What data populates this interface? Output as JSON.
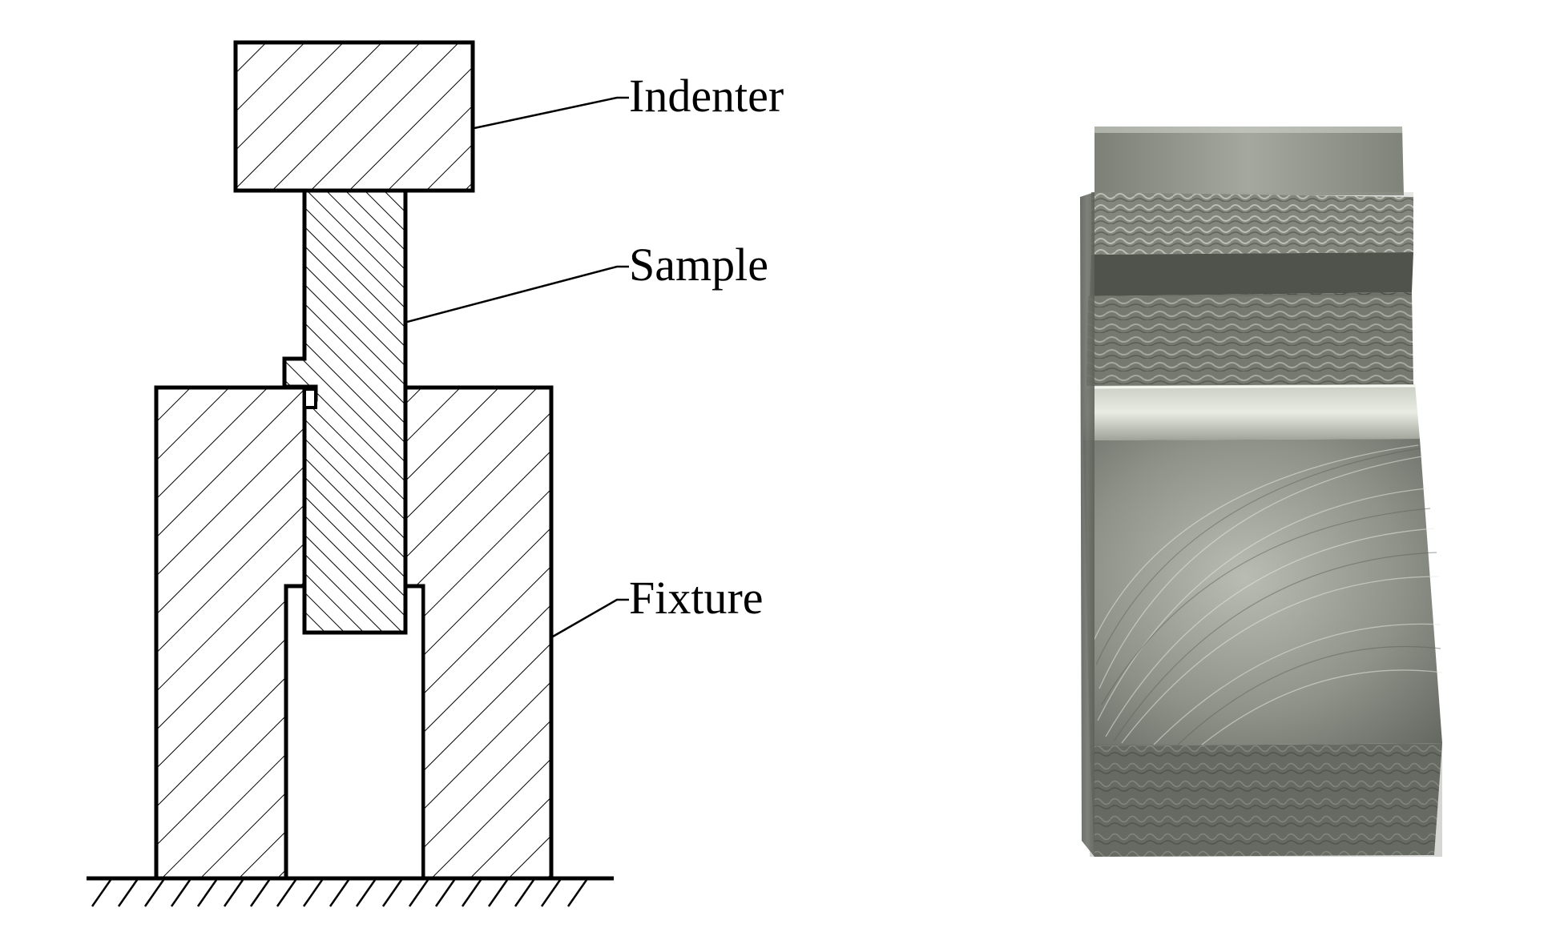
{
  "labels": {
    "indenter": "Indenter",
    "sample": "Sample",
    "fixture": "Fixture"
  },
  "colors": {
    "ink": "#000000",
    "background": "#ffffff",
    "metal_dark": "#4a4d47",
    "metal_mid": "#7c8077",
    "metal_light": "#b9bdb3",
    "metal_highlight": "#dfe3da"
  }
}
